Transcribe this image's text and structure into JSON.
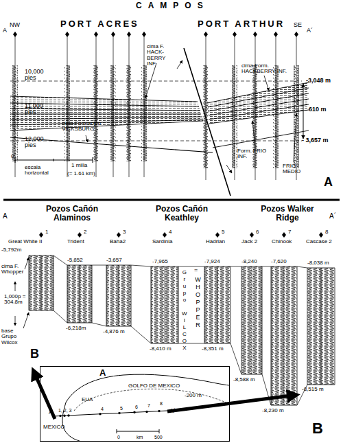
{
  "diagram": {
    "nodes": [
      {
        "text": [
          "A",
          "GOLFO DE MEXICO",
          "-200 m",
          "EUA",
          "A",
          "1, 2, 3",
          "4",
          "5",
          "6",
          "7",
          "8",
          "A´",
          "MEXICO",
          "0",
          "km",
          "500"
        ]
      }
    ],
    "labels": [
      "CAMPOS",
      "A",
      "NW",
      "PORT ACRES",
      "PORT ARTHUR",
      "SE",
      "A´",
      "10,000 pies",
      "11,000 pies",
      "12,000 pies",
      "cima F. HACK- BERRY INF",
      "cima Form. HACKBERRY INF.",
      "cima Formación VICKSBURG",
      "Form. FRIO INF.",
      "FRIO MEDIO",
      "-3,048 m",
      "610 m",
      "- 3,657 m",
      "0",
      "escala horizontal",
      "1 milla",
      "(= 1.61 km)",
      "A",
      "A",
      "Pozos Cañón Alaminos",
      "Pozos Cañón Keathley",
      "Pozos Walker Ridge",
      "A´",
      "Great White II",
      "1",
      "Trident",
      "2",
      "Baha2",
      "3",
      "Sardinia",
      "4",
      "Hadrian",
      "5",
      "Jack 2",
      "6",
      "Chinook",
      "7",
      "Cascase 2",
      "8",
      "-5,792m",
      "-5,852",
      "-3,657",
      "-7,965",
      "-7,924",
      "-8,240",
      "-7,620",
      "-8,038 m",
      "cima F. Whopper",
      "1,000p = 304.8m",
      "base Grupo Wilcox",
      "Grupo WILCOX",
      "=",
      "WHOPPER",
      "-6,218m",
      "-4,876 m",
      "-8,410 m",
      "-8,351 m",
      "-8,588 m",
      "B",
      "-8,230 m",
      "-8,515 m",
      "B"
    ]
  }
}
